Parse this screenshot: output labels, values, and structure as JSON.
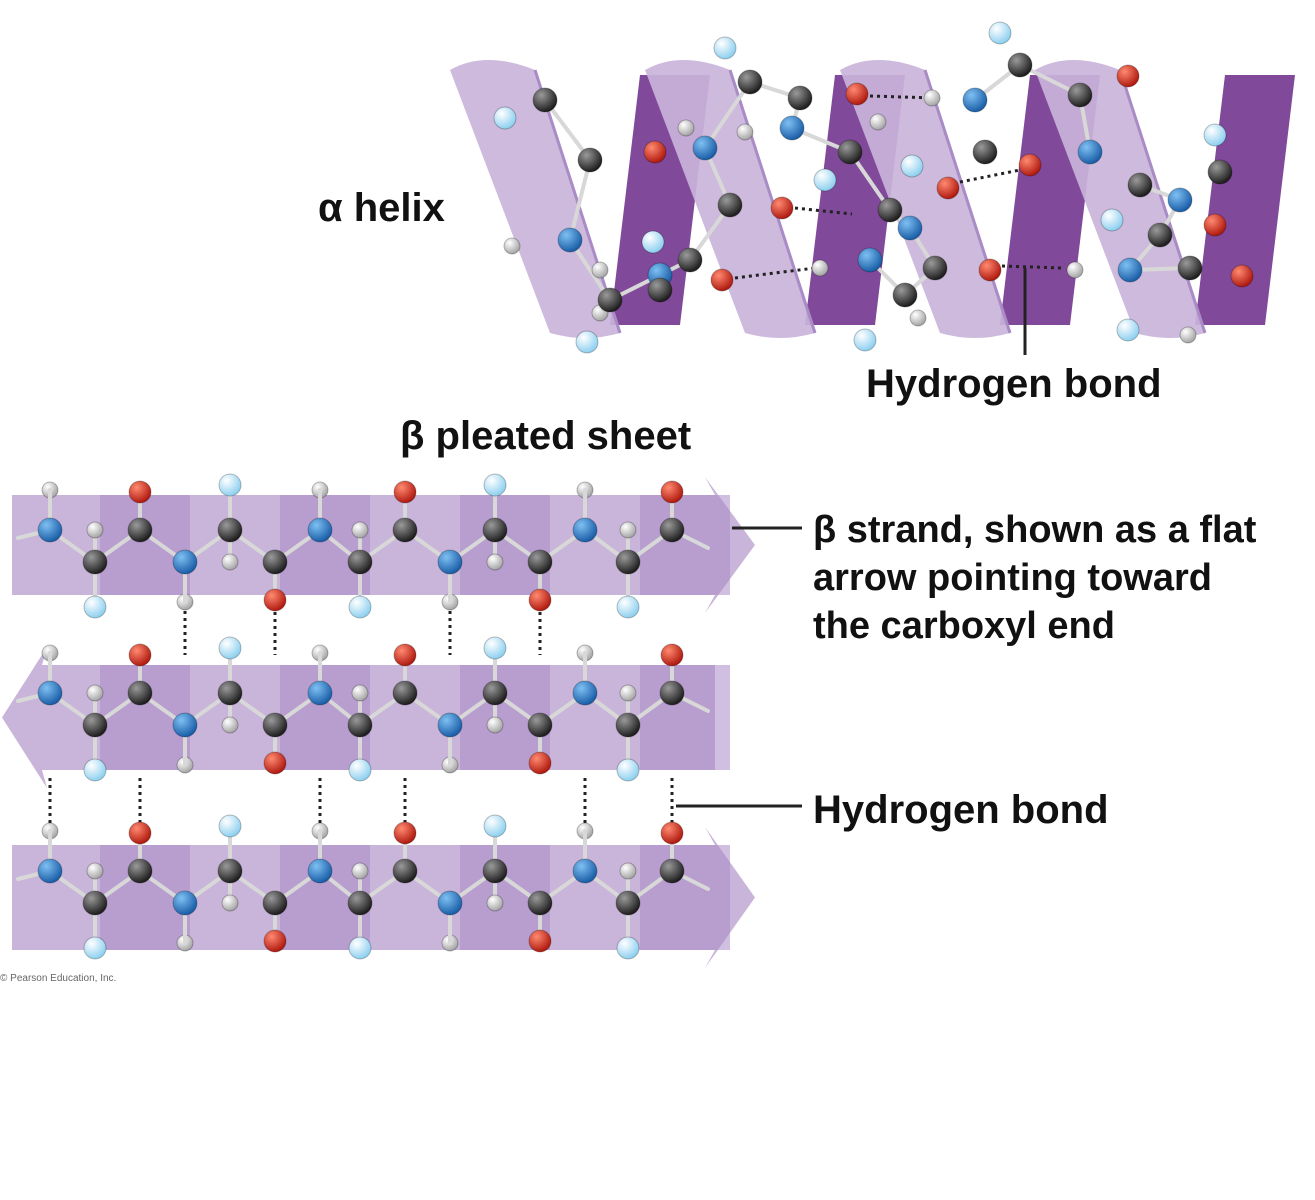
{
  "labels": {
    "alpha_helix": "α helix",
    "helix_hydrogen_bond": "Hydrogen bond",
    "beta_sheet": "β pleated sheet",
    "strand_line1": "β strand, shown as a flat",
    "strand_line2": "arrow pointing toward",
    "strand_line3": "the carboxyl end",
    "sheet_hydrogen_bond": "Hydrogen bond",
    "copyright": "© Pearson Education, Inc."
  },
  "colors": {
    "ribbon_light": "#c9b4da",
    "ribbon_mid": "#a98bc6",
    "ribbon_dark": "#7a3f95",
    "carbon": "#3a3a3a",
    "nitrogen": "#2a78c6",
    "oxygen": "#d02a1c",
    "hydrogen": "#d9d9d9",
    "r_group": "#bfe4f6"
  }
}
